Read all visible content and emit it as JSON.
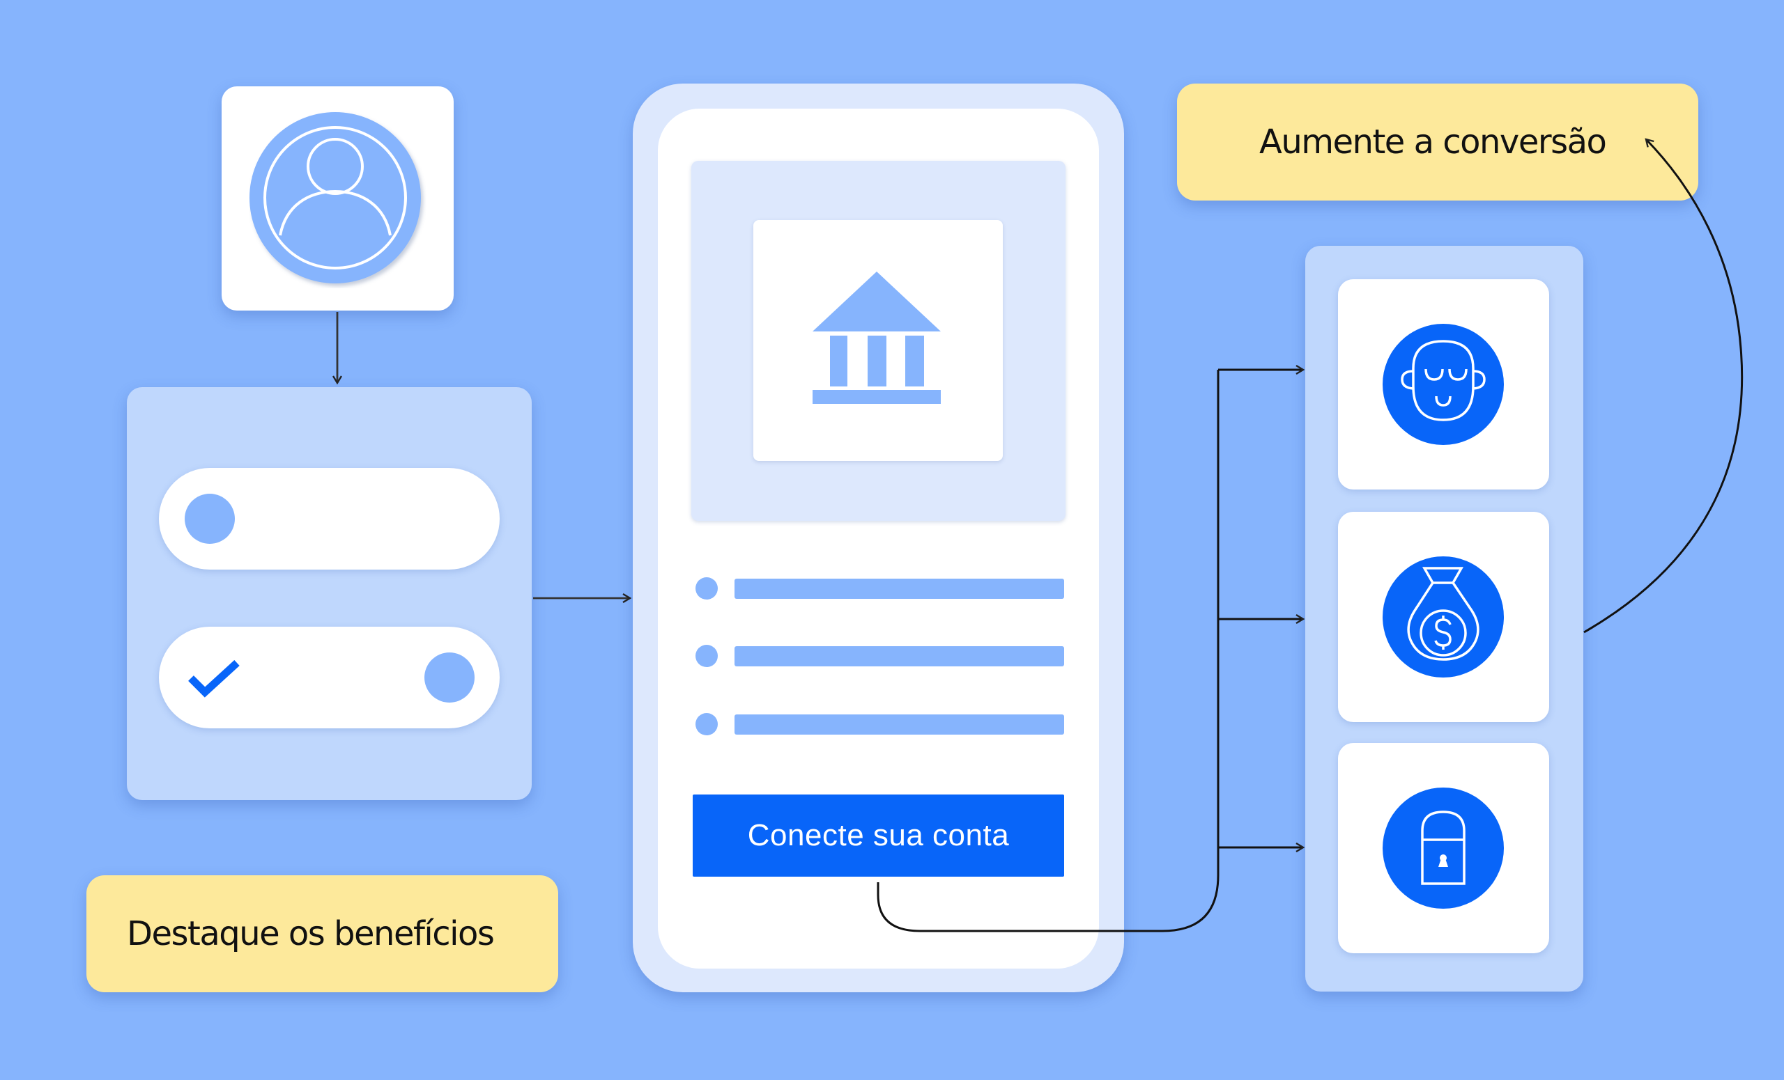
{
  "diagram": {
    "title": "Account connection flow",
    "colors": {
      "background": "#86b4fd",
      "panel_light": "#bfd7fd",
      "phone_frame": "#dde8fd",
      "accent_blue": "#0865f9",
      "icon_blue": "#86b4fd",
      "note_yellow": "#fde99b",
      "arrow": "#111111"
    },
    "profile_card": {
      "icon": "user-profile-icon"
    },
    "toggle_panel": {
      "toggles": [
        {
          "state": "off",
          "icon": null
        },
        {
          "state": "on",
          "icon": "checkmark-icon"
        }
      ]
    },
    "phone": {
      "image": {
        "icon": "bank-icon"
      },
      "list_items": [
        {
          "bullet": "dot"
        },
        {
          "bullet": "dot"
        },
        {
          "bullet": "dot"
        }
      ],
      "button_label": "Conecte sua conta"
    },
    "notes": {
      "left": "Destaque os benefícios",
      "right": "Aumente a conversão"
    },
    "benefits": [
      {
        "icon": "calm-face-icon"
      },
      {
        "icon": "money-bag-icon"
      },
      {
        "icon": "padlock-icon"
      }
    ]
  }
}
